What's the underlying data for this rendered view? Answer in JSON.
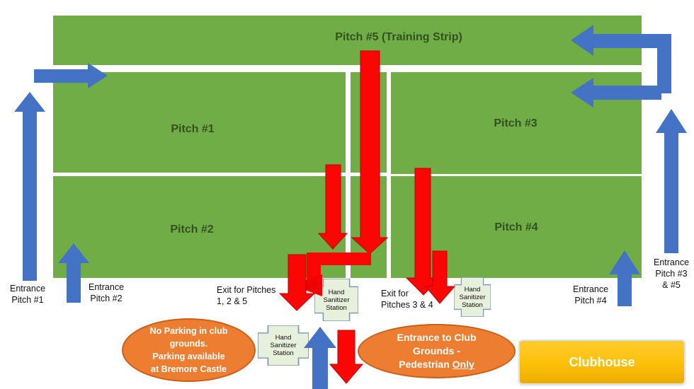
{
  "diagram": {
    "pitch_labels": {
      "pitch5": "Pitch #5 (Training Strip)",
      "pitch1": "Pitch #1",
      "pitch2": "Pitch #2",
      "pitch3": "Pitch #3",
      "pitch4": "Pitch #4"
    },
    "entrance_labels": {
      "pitch1": [
        "Entrance",
        "Pitch #1"
      ],
      "pitch2": [
        "Entrance",
        "Pitch #2"
      ],
      "pitch4": [
        "Entrance",
        "Pitch #4"
      ],
      "pitch3_5": [
        "Entrance",
        "Pitch #3",
        "& #5"
      ]
    },
    "exit_labels": {
      "pitches_1_2_5": [
        "Exit for Pitches",
        "1, 2 & 5"
      ],
      "pitches_3_4": [
        "Exit for",
        "Pitches 3 & 4"
      ]
    },
    "sanitizer_station": [
      "Hand",
      "Sanitizer",
      "Station"
    ],
    "no_parking_note": [
      "No Parking in club",
      "grounds.",
      "Parking available",
      "at Bremore Castle"
    ],
    "pedestrian_note": {
      "line1": "Entrance to Club",
      "line2": "Grounds -",
      "line3_prefix": "Pedestrian ",
      "line3_underlined": "Only"
    },
    "clubhouse_label": "Clubhouse",
    "colors": {
      "field_green": "#70AD47",
      "arrow_blue": "#4472C4",
      "arrow_red": "#FB0505",
      "note_orange": "#ED7D31",
      "clubhouse_gold": "#FFC000",
      "station_fill": "#E6F0DB",
      "pitch_text_green": "#33511F"
    }
  }
}
